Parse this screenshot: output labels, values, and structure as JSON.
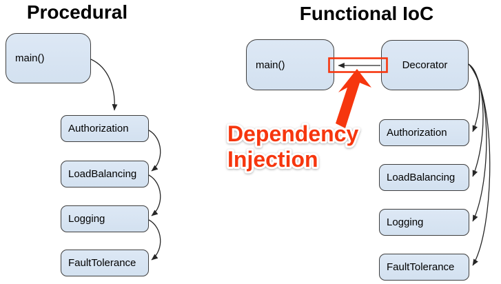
{
  "left_panel": {
    "title": "Procedural",
    "main_label": "main()",
    "modules": [
      "Authorization",
      "LoadBalancing",
      "Logging",
      "FaultTolerance"
    ]
  },
  "right_panel": {
    "title": "Functional IoC",
    "main_label": "main()",
    "decorator_label": "Decorator",
    "modules": [
      "Authorization",
      "LoadBalancing",
      "Logging",
      "FaultTolerance"
    ],
    "annotation_line1": "Dependency",
    "annotation_line2": "Injection"
  },
  "colors": {
    "node_fill": "#d7e3f1",
    "node_border": "#3e3e3e",
    "accent_red": "#f6360e",
    "arrow_black": "#262626"
  }
}
